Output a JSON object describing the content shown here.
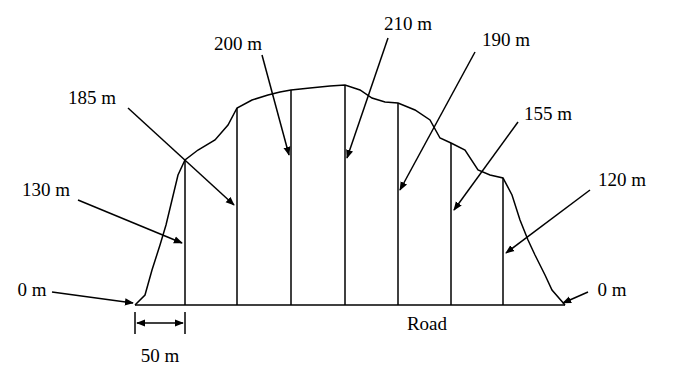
{
  "diagram": {
    "labels": [
      "200 m",
      "210 m",
      "190 m",
      "185 m",
      "155 m",
      "130 m",
      "120 m",
      "0 m",
      "0 m",
      "Road",
      "50 m"
    ]
  }
}
